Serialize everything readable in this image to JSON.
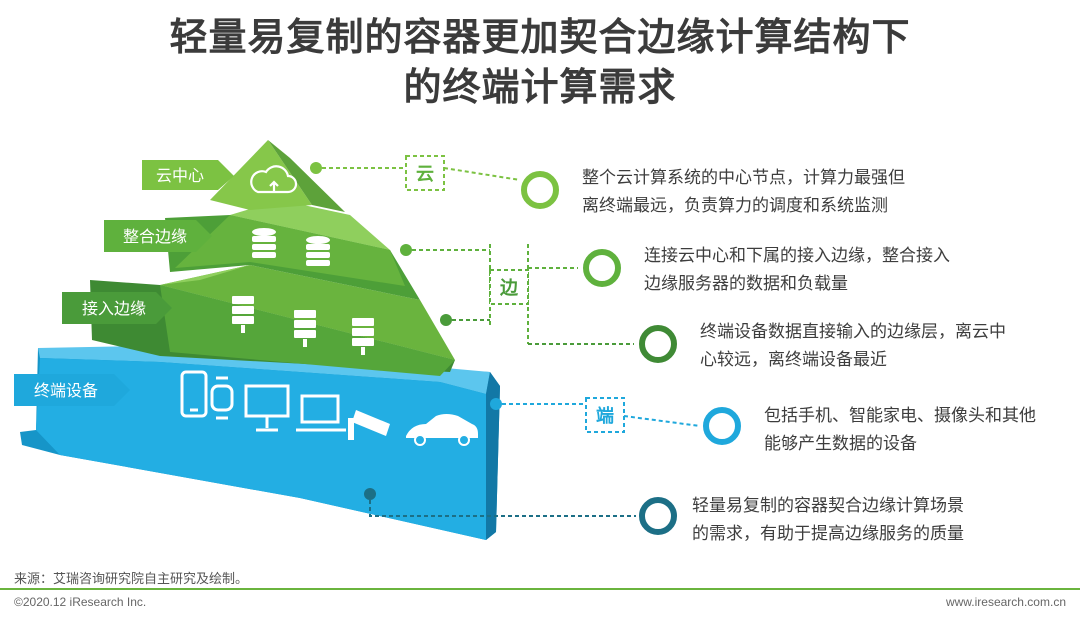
{
  "title": {
    "line1": "轻量易复制的容器更加契合边缘计算结构下",
    "line2": "的终端计算需求"
  },
  "layers": [
    {
      "label": "云中心",
      "color": "#7cc242"
    },
    {
      "label": "整合边缘",
      "color": "#5fb13d"
    },
    {
      "label": "接入边缘",
      "color": "#4a9b3a"
    },
    {
      "label": "终端设备",
      "color": "#1fa8dc"
    }
  ],
  "tags": {
    "cloud": "云",
    "edge": "边",
    "end": "端"
  },
  "descriptions": [
    {
      "line1": "整个云计算系统的中心节点，计算力最强但",
      "line2": "离终端最远，负责算力的调度和系统监测"
    },
    {
      "line1": "连接云中心和下属的接入边缘，整合接入",
      "line2": "边缘服务器的数据和负载量"
    },
    {
      "line1": "终端设备数据直接输入的边缘层，离云中",
      "line2": "心较远，离终端设备最近"
    },
    {
      "line1": "包括手机、智能家电、摄像头和其他",
      "line2": "能够产生数据的设备"
    },
    {
      "line1": "轻量易复制的容器契合边缘计算场景",
      "line2": "的需求，有助于提高边缘服务的质量"
    }
  ],
  "colors": {
    "green_light": "#7cc242",
    "green_mid": "#5fb13d",
    "green_dark": "#3f8a35",
    "blue": "#1fa8dc",
    "navy": "#1c6f86"
  },
  "footer": {
    "source": "来源：艾瑞咨询研究院自主研究及绘制。",
    "copyright": "©2020.12 iResearch Inc.",
    "website": "www.iresearch.com.cn"
  }
}
